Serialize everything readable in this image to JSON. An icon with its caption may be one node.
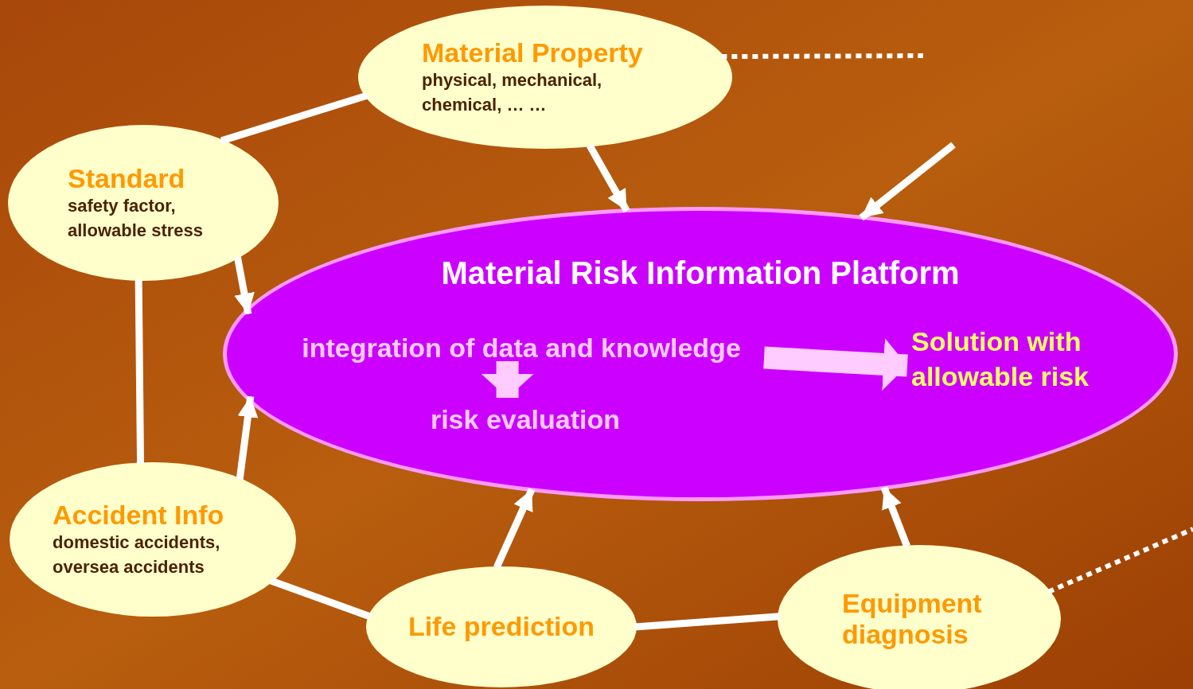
{
  "diagram": {
    "nodes": [
      {
        "text": [
          "Material Property",
          "physical, mechanical, chemical, … …"
        ]
      },
      {
        "text": [
          "Standard",
          "safety factor, allowable stress"
        ]
      },
      {
        "text": [
          "Material Risk Information Platform"
        ]
      },
      {
        "text": [
          "integration of data and knowledge"
        ],
        "in": 2
      },
      {
        "text": [
          "risk evaluation"
        ],
        "in": 2
      },
      {
        "text": [
          "Solution with allowable risk"
        ],
        "in": 2
      },
      {
        "text": [
          "Accident Info",
          "domestic accidents, oversea accidents"
        ]
      },
      {
        "text": [
          "Life prediction"
        ]
      },
      {
        "text": [
          "Equipment diagnosis"
        ]
      }
    ],
    "edges": [
      {
        "from": 0,
        "to": 2,
        "arrow": "to"
      },
      {
        "from": 1,
        "to": 2,
        "arrow": "to"
      },
      {
        "from": 6,
        "to": 2,
        "arrow": "to"
      },
      {
        "from": 7,
        "to": 2,
        "arrow": "to"
      },
      {
        "from": 8,
        "to": 2,
        "arrow": "to"
      },
      {
        "from": null,
        "to": 2,
        "arrow": "to"
      },
      {
        "from": 0,
        "to": 1,
        "arrow": "none"
      },
      {
        "from": 1,
        "to": 6,
        "arrow": "none"
      },
      {
        "from": 6,
        "to": 7,
        "arrow": "none"
      },
      {
        "from": 7,
        "to": 8,
        "arrow": "none"
      },
      {
        "from": 0,
        "to": null,
        "arrow": "none",
        "style": "dashed"
      },
      {
        "from": 8,
        "to": null,
        "arrow": "none",
        "style": "dashed"
      },
      {
        "from": 3,
        "to": 4,
        "arrow": "to",
        "style": "thick",
        "color": "#ffccff"
      },
      {
        "from": 3,
        "to": 5,
        "arrow": "to",
        "style": "thick",
        "color": "#ffccff"
      }
    ]
  }
}
